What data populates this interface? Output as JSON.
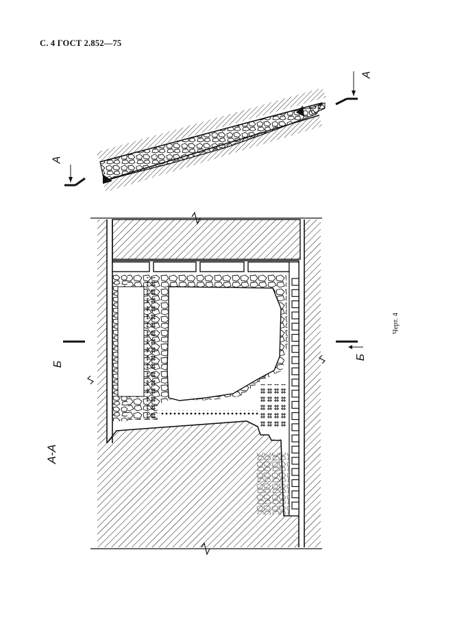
{
  "header": {
    "text": "С. 4 ГОСТ 2.852—75"
  },
  "labels": {
    "section_a_left": "А",
    "section_a_right": "А",
    "section_b_left": "Б",
    "section_b_right": "Б",
    "section_view": "А-А",
    "caption": "Черт. 4"
  },
  "colors": {
    "ink": "#111111",
    "paper": "#ffffff"
  }
}
